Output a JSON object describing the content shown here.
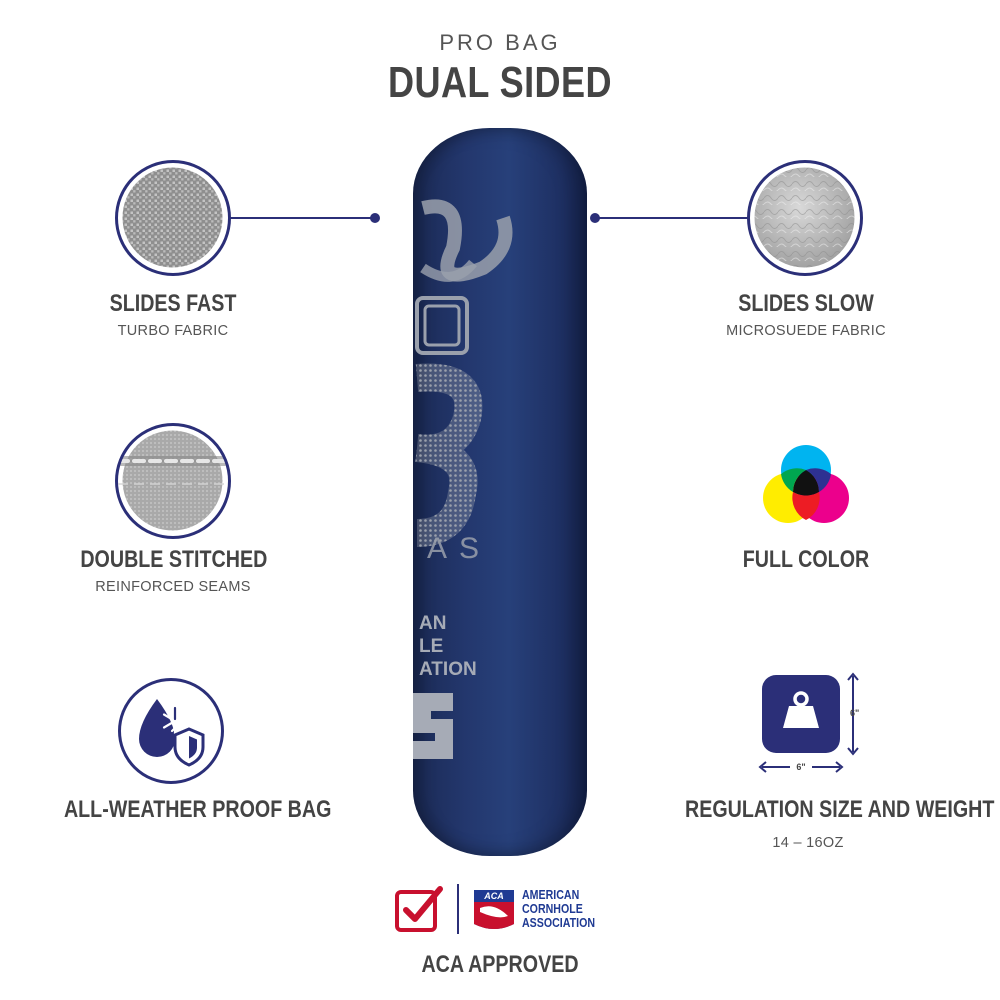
{
  "header": {
    "eyebrow": "PRO BAG",
    "title": "DUAL SIDED"
  },
  "features": {
    "slides_fast": {
      "title": "SLIDES FAST",
      "subtitle": "TURBO FABRIC"
    },
    "slides_slow": {
      "title": "SLIDES SLOW",
      "subtitle": "MICROSUEDE FABRIC"
    },
    "double_stitched": {
      "title": "DOUBLE STITCHED",
      "subtitle": "REINFORCED SEAMS"
    },
    "full_color": {
      "title": "FULL COLOR"
    },
    "weather": {
      "title": "ALL-WEATHER PROOF BAG"
    },
    "regulation": {
      "title": "REGULATION SIZE AND WEIGHT",
      "subtitle": "14 – 16OZ",
      "width_label": "6\"",
      "height_label": "6\""
    }
  },
  "aca": {
    "line1": "AMERICAN",
    "line2": "CORNHOLE",
    "line3": "ASSOCIATION",
    "label": "ACA APPROVED",
    "logo_text": "ACA"
  },
  "bag": {
    "print_line1": "AN",
    "print_line2": "LE",
    "print_line3": "ATION",
    "print_word": "AS"
  },
  "colors": {
    "navy": "#2b2f78",
    "bag": "#23376d",
    "red": "#c8102e",
    "blue": "#1f3a93"
  },
  "icons": {
    "turbo": "turbo-fabric-swatch-icon",
    "suede": "microsuede-swatch-icon",
    "stitch": "stitched-seam-swatch-icon",
    "color": "cmy-color-icon",
    "weather": "drop-snowflake-shield-icon",
    "weight": "weight-icon",
    "check": "checkmark-icon"
  }
}
